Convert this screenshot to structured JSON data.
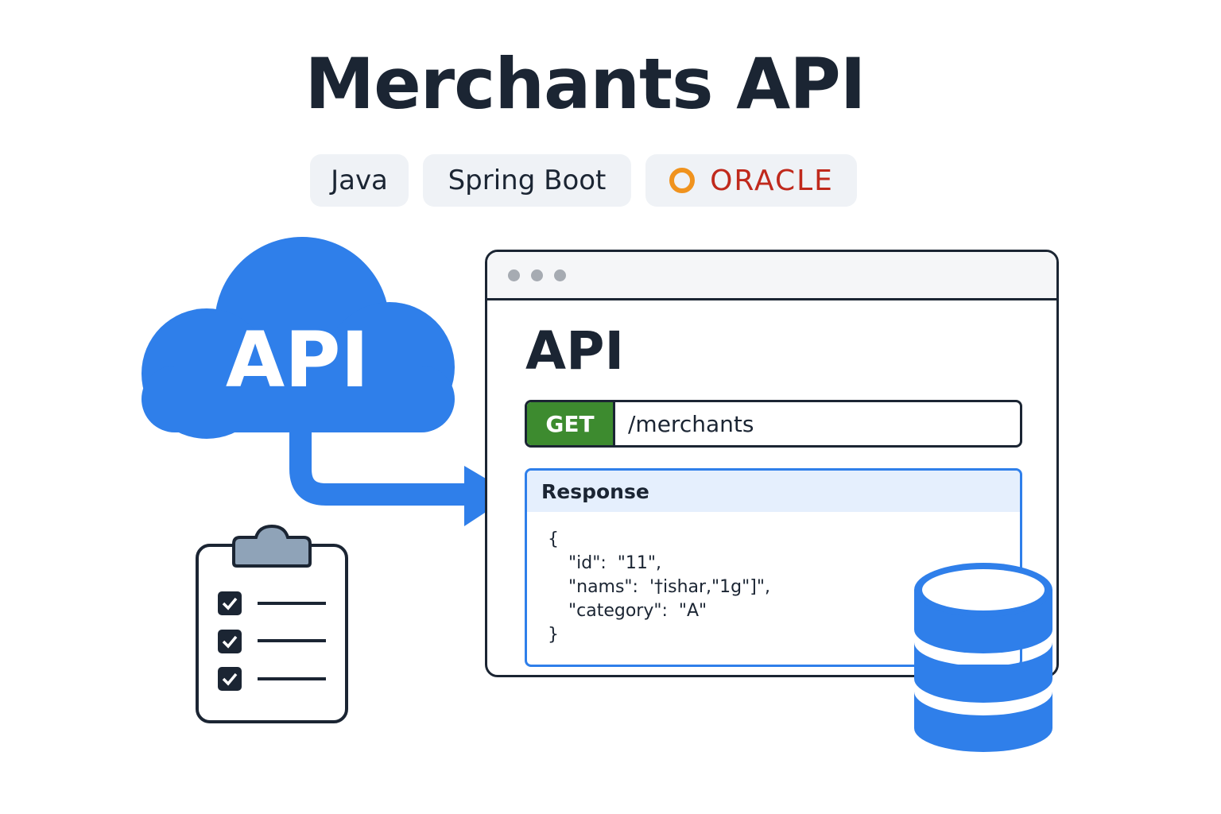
{
  "title": "Merchants API",
  "tech_stack": {
    "java": "Java",
    "spring_boot": "Spring Boot",
    "oracle": "ORACLE"
  },
  "cloud": {
    "label": "API"
  },
  "browser": {
    "heading": "API",
    "endpoint": {
      "method": "GET",
      "path": "/merchants"
    },
    "response": {
      "header": "Response",
      "lines": [
        "{",
        "\"id\":  \"11\",",
        "\"nams\":  '†ishar,\"1g\"]\",",
        "\"category\":  \"A\"",
        "}"
      ]
    }
  },
  "colors": {
    "primary_blue": "#2f7fea",
    "get_green": "#3d8b2f",
    "oracle_red": "#c0291c",
    "text_dark": "#1b2533"
  },
  "icons": [
    "cloud-icon",
    "arrow-icon",
    "clipboard-icon",
    "checkbox-icon",
    "database-icon",
    "oracle-logo-icon"
  ]
}
